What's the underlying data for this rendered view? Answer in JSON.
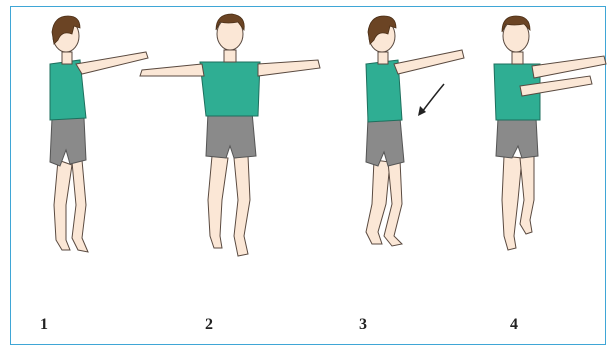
{
  "steps": [
    {
      "label": "1"
    },
    {
      "label": "2"
    },
    {
      "label": "3"
    },
    {
      "label": "4"
    }
  ],
  "colors": {
    "border": "#3fa6d6",
    "shirt": "#2fae93",
    "shirt_shadow": "#1f8c74",
    "shorts": "#8a8a8a",
    "shorts_shadow": "#6d6d6d",
    "skin": "#fbe7d6",
    "skin_line": "#5a4a40",
    "hair": "#6b4424",
    "arrow": "#222222"
  },
  "icons": [
    "arrow-down-left-icon"
  ]
}
